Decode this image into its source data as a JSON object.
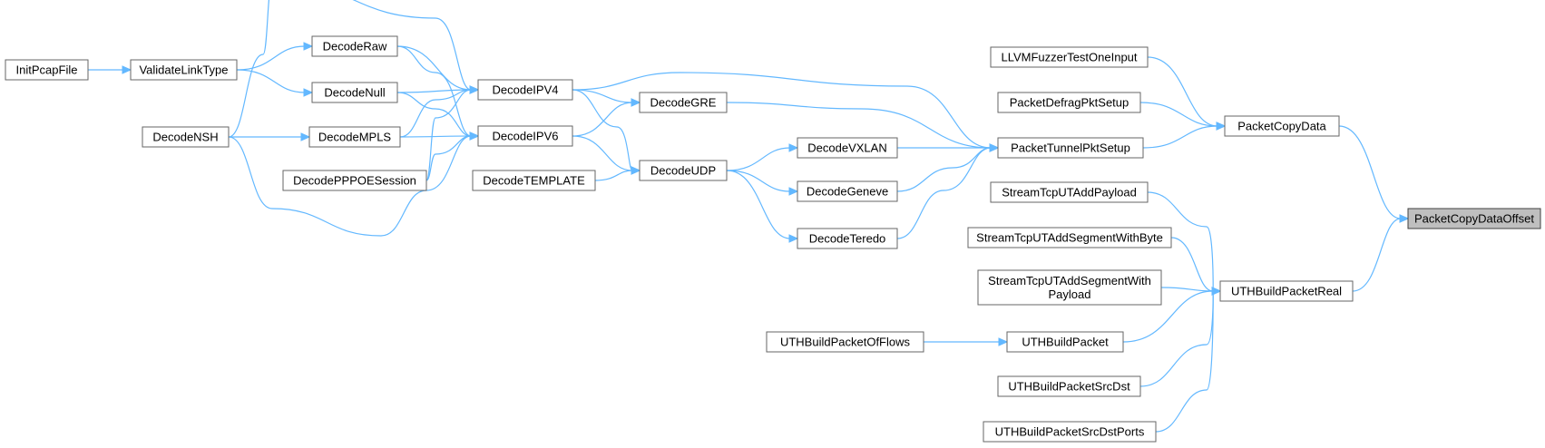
{
  "diagram": {
    "nodes": [
      {
        "id": "n_init",
        "label": "InitPcapFile"
      },
      {
        "id": "n_validate",
        "label": "ValidateLinkType"
      },
      {
        "id": "n_nsh",
        "label": "DecodeNSH"
      },
      {
        "id": "n_raw",
        "label": "DecodeRaw"
      },
      {
        "id": "n_null",
        "label": "DecodeNull"
      },
      {
        "id": "n_mpls",
        "label": "DecodeMPLS"
      },
      {
        "id": "n_pppoe",
        "label": "DecodePPPOESession"
      },
      {
        "id": "n_ipv4",
        "label": "DecodeIPV4"
      },
      {
        "id": "n_ipv6",
        "label": "DecodeIPV6"
      },
      {
        "id": "n_template",
        "label": "DecodeTEMPLATE"
      },
      {
        "id": "n_gre",
        "label": "DecodeGRE"
      },
      {
        "id": "n_udp",
        "label": "DecodeUDP"
      },
      {
        "id": "n_vxlan",
        "label": "DecodeVXLAN"
      },
      {
        "id": "n_geneve",
        "label": "DecodeGeneve"
      },
      {
        "id": "n_teredo",
        "label": "DecodeTeredo"
      },
      {
        "id": "n_fuzzer",
        "label": "LLVMFuzzerTestOneInput"
      },
      {
        "id": "n_defrag",
        "label": "PacketDefragPktSetup"
      },
      {
        "id": "n_tunnel",
        "label": "PacketTunnelPktSetup"
      },
      {
        "id": "n_copydata",
        "label": "PacketCopyData"
      },
      {
        "id": "n_addpayload",
        "label": "StreamTcpUTAddPayload"
      },
      {
        "id": "n_addsegbyte",
        "label": "StreamTcpUTAddSegmentWithByte"
      },
      {
        "id": "n_addsegpayload",
        "label": [
          "StreamTcpUTAddSegmentWith",
          "Payload"
        ]
      },
      {
        "id": "n_offlows",
        "label": "UTHBuildPacketOfFlows"
      },
      {
        "id": "n_buildpacket",
        "label": "UTHBuildPacket"
      },
      {
        "id": "n_srcdst",
        "label": "UTHBuildPacketSrcDst"
      },
      {
        "id": "n_srcdstports",
        "label": "UTHBuildPacketSrcDstPorts"
      },
      {
        "id": "n_real",
        "label": "UTHBuildPacketReal"
      },
      {
        "id": "n_offset",
        "label": "PacketCopyDataOffset"
      }
    ],
    "edges": [
      [
        "n_init",
        "n_validate"
      ],
      [
        "n_validate",
        "n_raw"
      ],
      [
        "n_validate",
        "n_null"
      ],
      [
        "n_nsh",
        "n_mpls"
      ],
      [
        "n_nsh",
        "n_ipv4"
      ],
      [
        "n_nsh",
        "n_ipv6"
      ],
      [
        "n_raw",
        "n_ipv4"
      ],
      [
        "n_raw",
        "n_ipv6"
      ],
      [
        "n_null",
        "n_ipv4"
      ],
      [
        "n_null",
        "n_ipv6"
      ],
      [
        "n_mpls",
        "n_ipv4"
      ],
      [
        "n_mpls",
        "n_ipv6"
      ],
      [
        "n_pppoe",
        "n_ipv4"
      ],
      [
        "n_pppoe",
        "n_ipv6"
      ],
      [
        "n_ipv4",
        "n_gre"
      ],
      [
        "n_ipv4",
        "n_udp"
      ],
      [
        "n_ipv4",
        "n_tunnel"
      ],
      [
        "n_ipv6",
        "n_gre"
      ],
      [
        "n_ipv6",
        "n_udp"
      ],
      [
        "n_template",
        "n_udp"
      ],
      [
        "n_gre",
        "n_tunnel"
      ],
      [
        "n_udp",
        "n_vxlan"
      ],
      [
        "n_udp",
        "n_geneve"
      ],
      [
        "n_udp",
        "n_teredo"
      ],
      [
        "n_vxlan",
        "n_tunnel"
      ],
      [
        "n_geneve",
        "n_tunnel"
      ],
      [
        "n_teredo",
        "n_tunnel"
      ],
      [
        "n_fuzzer",
        "n_copydata"
      ],
      [
        "n_defrag",
        "n_copydata"
      ],
      [
        "n_tunnel",
        "n_copydata"
      ],
      [
        "n_copydata",
        "n_offset"
      ],
      [
        "n_addpayload",
        "n_real"
      ],
      [
        "n_addsegbyte",
        "n_real"
      ],
      [
        "n_addsegpayload",
        "n_real"
      ],
      [
        "n_offlows",
        "n_buildpacket"
      ],
      [
        "n_buildpacket",
        "n_real"
      ],
      [
        "n_srcdst",
        "n_real"
      ],
      [
        "n_srcdstports",
        "n_real"
      ],
      [
        "n_real",
        "n_offset"
      ]
    ],
    "root": "n_offset",
    "colors": {
      "edge": "#63b8ff",
      "node_border": "#666666",
      "root_fill": "#bfbfbf"
    }
  }
}
